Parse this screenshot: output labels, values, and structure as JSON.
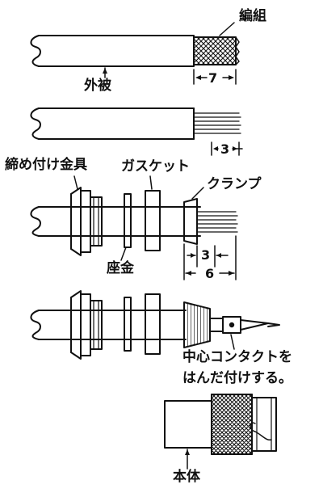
{
  "labels": {
    "braid": "編組",
    "jacket": "外被",
    "clamp_nut": "締め付け金具",
    "gasket": "ガスケット",
    "clamp": "クランプ",
    "washer": "座金",
    "center_contact_line1": "中心コンタクトを",
    "center_contact_line2": "はんだ付けする。",
    "body": "本体"
  },
  "dimensions": {
    "braid_length": "7",
    "conductor_length_1": "3",
    "conductor_length_2": "3",
    "clamp_length": "6"
  },
  "colors": {
    "line": "#111111",
    "background": "#ffffff"
  }
}
